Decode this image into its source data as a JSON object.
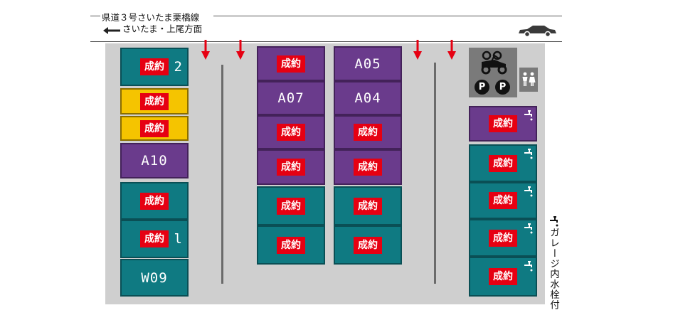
{
  "road": {
    "name": "県道３号さいたま栗橋線",
    "direction": "さいたま・上尾方面",
    "direction_arrow_icon": "left-arrow-icon",
    "car_icon": "car-icon"
  },
  "lot": {
    "restroom_icon": "restroom-icon",
    "parking_label": "P",
    "badge_text": "成約",
    "faucet_note": "ガレージ内水栓付",
    "colors": {
      "teal": "#0f7a82",
      "purple": "#6a3b8c",
      "yellow": "#f5c400",
      "badge": "#e60012"
    }
  },
  "slots": [
    {
      "id": "slot-left-1",
      "code": "2",
      "color": "teal",
      "contracted": true,
      "faucet": false
    },
    {
      "id": "slot-left-2",
      "code": "",
      "color": "yellow",
      "contracted": true,
      "faucet": false
    },
    {
      "id": "slot-left-3",
      "code": "",
      "color": "yellow",
      "contracted": true,
      "faucet": false
    },
    {
      "id": "slot-left-4",
      "code": "A10",
      "color": "purple",
      "contracted": false,
      "faucet": false
    },
    {
      "id": "slot-left-5",
      "code": "",
      "color": "teal",
      "contracted": true,
      "faucet": false
    },
    {
      "id": "slot-left-6",
      "code": "l",
      "color": "teal",
      "contracted": true,
      "faucet": false
    },
    {
      "id": "slot-left-7",
      "code": "W09",
      "color": "teal",
      "contracted": false,
      "faucet": false
    },
    {
      "id": "slot-mid-l-1",
      "code": "",
      "color": "purple",
      "contracted": true,
      "faucet": false
    },
    {
      "id": "slot-mid-l-2",
      "code": "A07",
      "color": "purple",
      "contracted": false,
      "faucet": false
    },
    {
      "id": "slot-mid-l-3",
      "code": "",
      "color": "purple",
      "contracted": true,
      "faucet": false
    },
    {
      "id": "slot-mid-l-4",
      "code": "",
      "color": "purple",
      "contracted": true,
      "faucet": false
    },
    {
      "id": "slot-mid-l-5",
      "code": "",
      "color": "teal",
      "contracted": true,
      "faucet": false
    },
    {
      "id": "slot-mid-l-6",
      "code": "",
      "color": "teal",
      "contracted": true,
      "faucet": false
    },
    {
      "id": "slot-mid-r-1",
      "code": "A05",
      "color": "purple",
      "contracted": false,
      "faucet": false
    },
    {
      "id": "slot-mid-r-2",
      "code": "A04",
      "color": "purple",
      "contracted": false,
      "faucet": false
    },
    {
      "id": "slot-mid-r-3",
      "code": "",
      "color": "purple",
      "contracted": true,
      "faucet": false
    },
    {
      "id": "slot-mid-r-4",
      "code": "",
      "color": "purple",
      "contracted": true,
      "faucet": false
    },
    {
      "id": "slot-mid-r-5",
      "code": "",
      "color": "teal",
      "contracted": true,
      "faucet": false
    },
    {
      "id": "slot-mid-r-6",
      "code": "",
      "color": "teal",
      "contracted": true,
      "faucet": false
    },
    {
      "id": "slot-right-1",
      "code": "",
      "color": "purple",
      "contracted": true,
      "faucet": true
    },
    {
      "id": "slot-right-2",
      "code": "",
      "color": "teal",
      "contracted": true,
      "faucet": true
    },
    {
      "id": "slot-right-3",
      "code": "",
      "color": "teal",
      "contracted": true,
      "faucet": true
    },
    {
      "id": "slot-right-4",
      "code": "",
      "color": "teal",
      "contracted": true,
      "faucet": true
    },
    {
      "id": "slot-right-5",
      "code": "",
      "color": "teal",
      "contracted": true,
      "faucet": true
    }
  ]
}
